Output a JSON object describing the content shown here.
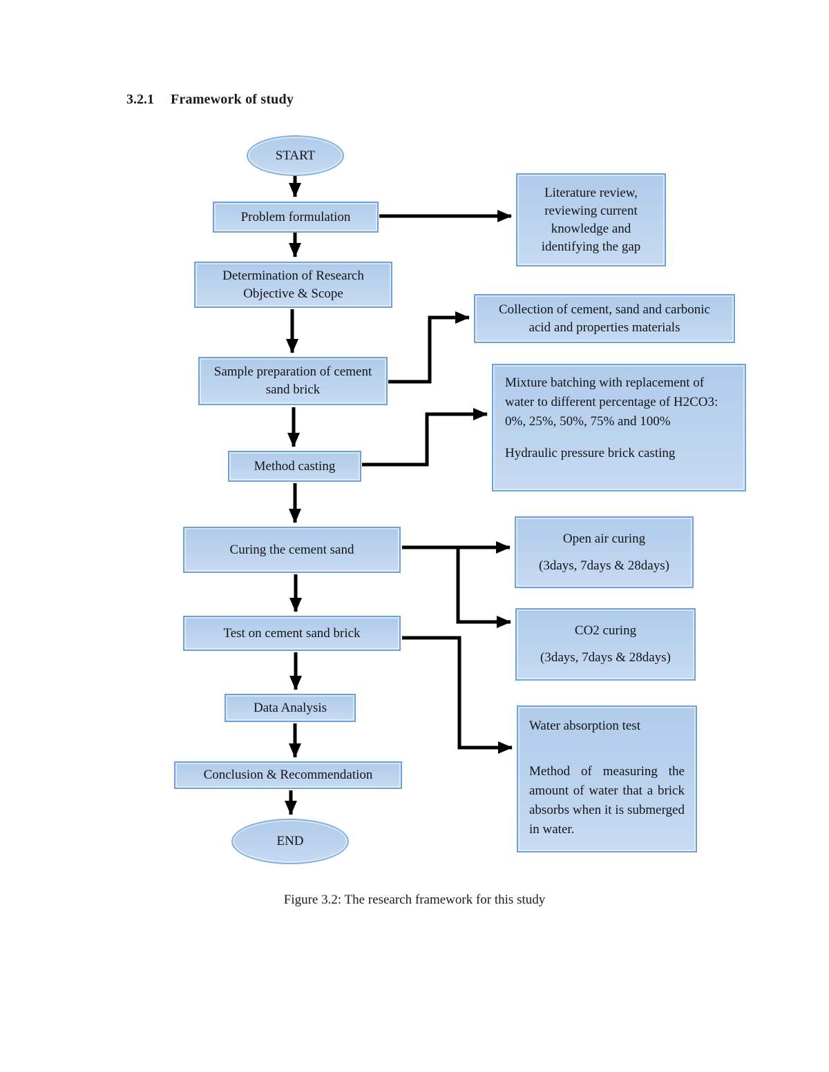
{
  "heading": {
    "number": "3.2.1",
    "title": "Framework of study"
  },
  "caption": "Figure 3.2: The research framework for this study",
  "nodes": {
    "start": {
      "label": "START"
    },
    "problem": {
      "label": "Problem formulation"
    },
    "literature": {
      "label": "Literature review, reviewing current knowledge and identifying the gap"
    },
    "determination": {
      "label": "Determination of Research Objective & Scope"
    },
    "collection": {
      "label": "Collection of cement, sand and carbonic acid and properties materials"
    },
    "sample": {
      "label": "Sample preparation of cement sand brick"
    },
    "mixture": {
      "line1": "Mixture batching with replacement of water to different percentage of H2CO3: 0%, 25%, 50%, 75% and 100%",
      "line2": "Hydraulic pressure brick casting"
    },
    "method": {
      "label": "Method casting"
    },
    "curing": {
      "label": "Curing the cement sand"
    },
    "open_air": {
      "line1": "Open air curing",
      "line2": "(3days, 7days & 28days)"
    },
    "test": {
      "label": "Test on cement sand brick"
    },
    "co2": {
      "line1": "CO2 curing",
      "line2": "(3days, 7days & 28days)"
    },
    "data_analysis": {
      "label": "Data Analysis"
    },
    "water": {
      "line1": "Water absorption test",
      "line2": "Method of measuring the amount of water that a brick absorbs when it is submerged in water."
    },
    "conclusion": {
      "label": "Conclusion & Recommendation"
    },
    "end": {
      "label": "END"
    }
  },
  "colors": {
    "box_fill_top": "#b0cbea",
    "box_fill_bottom": "#c7daf2",
    "box_border": "#6fa3d8",
    "ellipse_border": "#7fb0e0",
    "arrow": "#000000",
    "text": "#141414",
    "page_background": "#ffffff"
  }
}
